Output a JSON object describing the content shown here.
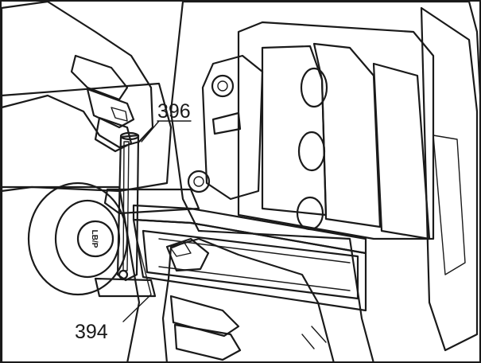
{
  "figure": {
    "callouts": {
      "upper": "396",
      "lower": "394"
    },
    "connector_text": "LB/P",
    "colors": {
      "background": "#ffffff",
      "housing": "#f2f2f2",
      "line": "#1a1a1a",
      "accent_blue": "#5fb4d8",
      "accent_blue_dark": "#3f8fb4",
      "pin_dark": "#5a5a5a",
      "label_face": "#e4e4e4"
    }
  }
}
